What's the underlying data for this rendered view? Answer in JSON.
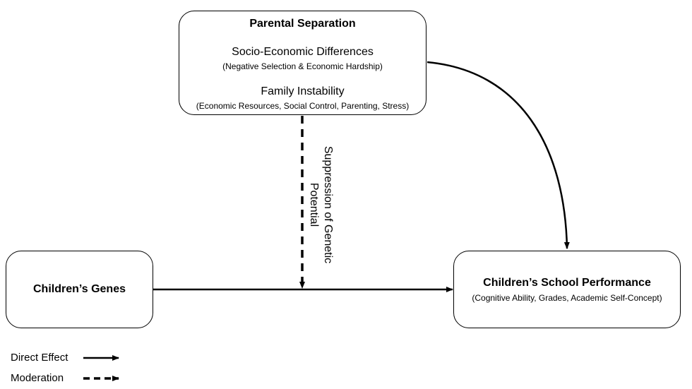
{
  "nodes": {
    "parental": {
      "title": "Parental Separation",
      "section1_title": "Socio-Economic Differences",
      "section1_detail": "(Negative Selection & Economic Hardship)",
      "section2_title": "Family Instability",
      "section2_detail": "(Economic Resources, Social Control, Parenting, Stress)"
    },
    "genes": {
      "title": "Children’s Genes"
    },
    "school": {
      "title": "Children’s School Performance",
      "detail": "(Cognitive Ability, Grades, Academic Self-Concept)"
    }
  },
  "edges": {
    "moderation_label_line1": "Suppression of Genetic",
    "moderation_label_line2": "Potential"
  },
  "legend": {
    "direct": "Direct Effect",
    "moderation": "Moderation"
  }
}
